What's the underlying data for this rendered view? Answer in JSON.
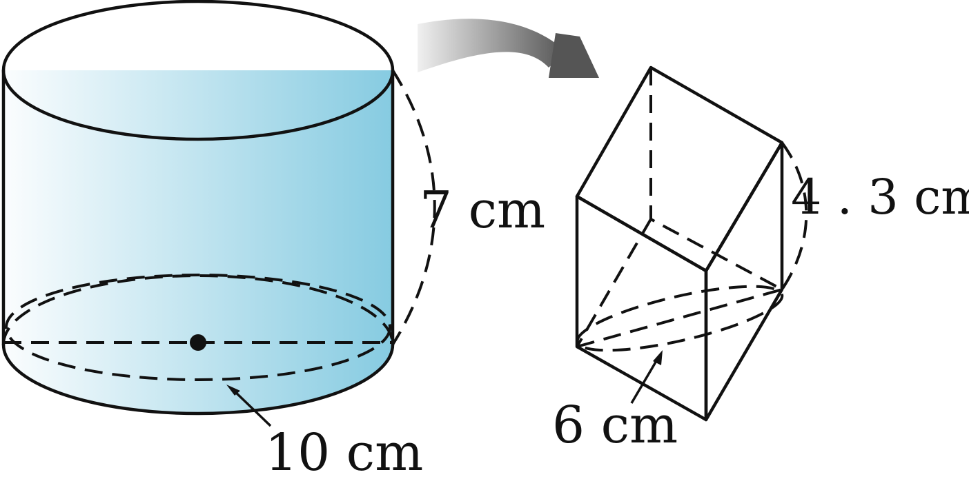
{
  "labels": {
    "cylinder_height": "7 cm",
    "cylinder_diameter": "10 cm",
    "prism_height": "4 . 3 cm",
    "prism_circle_diameter": "6 cm"
  },
  "colors": {
    "cylinder_fill_light": "#fbfdfe",
    "cylinder_fill_dark": "#86cbe1",
    "arrow_dark": "#555555",
    "arrow_light": "#f0f0f0",
    "stroke": "#111111"
  }
}
